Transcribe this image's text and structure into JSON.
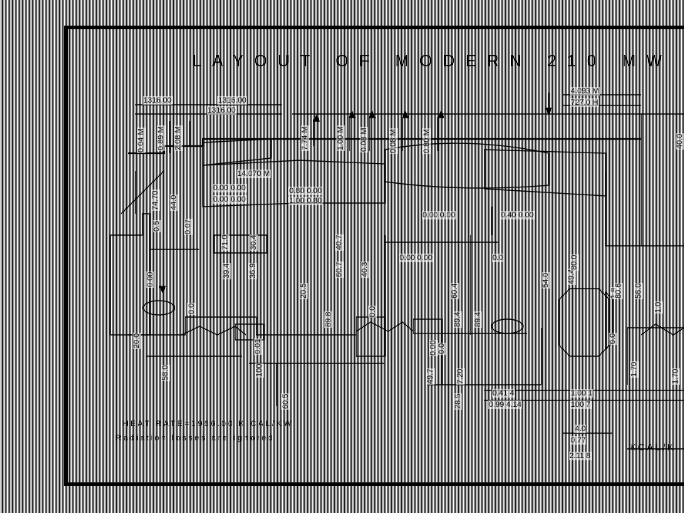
{
  "diagram": {
    "title": "LAYOUT OF MODERN 210 MW",
    "footer_heat_rate": "HEAT RATE=1966.00 K CAL/KW",
    "footer_note": "Radiation losses are ignored",
    "footer_right": "KCAL/K",
    "header_values": {
      "h1": "1316.00",
      "h2": "1316.00",
      "h3": "1316.00",
      "h4": "4.093 M",
      "h5": "727.0 H"
    },
    "horizontal_labels": {
      "heater_pressure": "14.070 M",
      "row_a": "0.00  0.00",
      "row_b": "0.00  0.00",
      "row_c": "0.80 0.00",
      "row_d": "1.00 0.80",
      "row_e": "0.40  0.00",
      "row_f": "0.00 0.00",
      "row_g": "0.00 0.00",
      "row_h": "0.0",
      "row_i": "0.41 4",
      "row_j": "0.99 4.14",
      "row_k": "1.00 1",
      "row_l": "100 7",
      "row_m": "4.0",
      "row_n": "0.77",
      "row_o": "2.11 8"
    },
    "vertical_labels": {
      "v1": "0.04 M",
      "v2": "0.89 M",
      "v3": "2.08 M",
      "v4": "7.74 M",
      "v5": "1.00 M",
      "v6": "0.08 M",
      "v7": "0.08 M",
      "v8": "0.80 M",
      "v9": "74.70",
      "v10": "44.0",
      "v11": "0.5",
      "v12": "0.00",
      "v13": "0.07",
      "v14": "71.0",
      "v15": "39.4",
      "v16": "36.9",
      "v17": "40.7",
      "v18": "30.4",
      "v19": "60.7",
      "v20": "40.3",
      "v21": "89.8",
      "v22": "89.4",
      "v23": "20.5",
      "v24": "0.0",
      "v25": "0.0",
      "v26": "20.0",
      "v27": "58.0",
      "v28": "100",
      "v29": "60.5",
      "v30": "89.4",
      "v31": "60.4",
      "v32": "54.0",
      "v33": "0.0",
      "v34": "49.4",
      "v35": "28.5",
      "v36": "49.7",
      "v37": "1.8",
      "v38": "0.0",
      "v39": "56.0",
      "v40": "1.70",
      "v41": "1.0",
      "v42": "1.70",
      "v43": "80.0",
      "v44": "0.00",
      "v45": "7.20",
      "v46": "40.0",
      "v47": "80.6",
      "v48": "0.01"
    }
  }
}
